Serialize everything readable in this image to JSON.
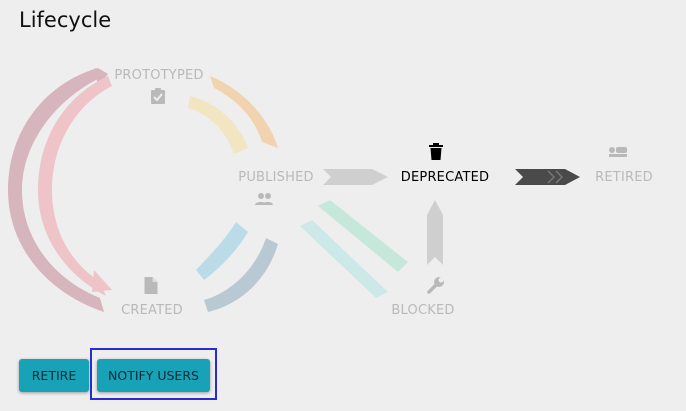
{
  "page": {
    "title": "Lifecycle"
  },
  "lifecycle": {
    "current_state": "DEPRECATED",
    "states": {
      "prototyped": {
        "label": "PROTOTYPED",
        "icon": "clipboard-check-icon",
        "active": false
      },
      "published": {
        "label": "PUBLISHED",
        "icon": "users-icon",
        "active": false
      },
      "deprecated": {
        "label": "DEPRECATED",
        "icon": "trash-icon",
        "active": true
      },
      "retired": {
        "label": "RETIRED",
        "icon": "bed-icon",
        "active": false
      },
      "created": {
        "label": "CREATED",
        "icon": "file-icon",
        "active": false
      },
      "blocked": {
        "label": "BLOCKED",
        "icon": "wrench-icon",
        "active": false
      }
    },
    "colors": {
      "inactive_text": "#b9b9b9",
      "active_text": "#000000",
      "outer_arc": "#d7b5bd",
      "inner_arc": "#eec4c9",
      "orange_arc": "#f2d3b0",
      "yellow_arc": "#f1e5c2",
      "blue_arc": "#bcdbe9",
      "slate_arc": "#b9c9d4",
      "green_arrow": "#c6e8db",
      "teal_arrow": "#cde8e8",
      "grey_arrow": "#cfcfcf",
      "dark_arrow": "#4a4a4a"
    }
  },
  "actions": {
    "retire_label": "RETIRE",
    "notify_label": "NOTIFY USERS",
    "button_color": "#17a2b8"
  }
}
